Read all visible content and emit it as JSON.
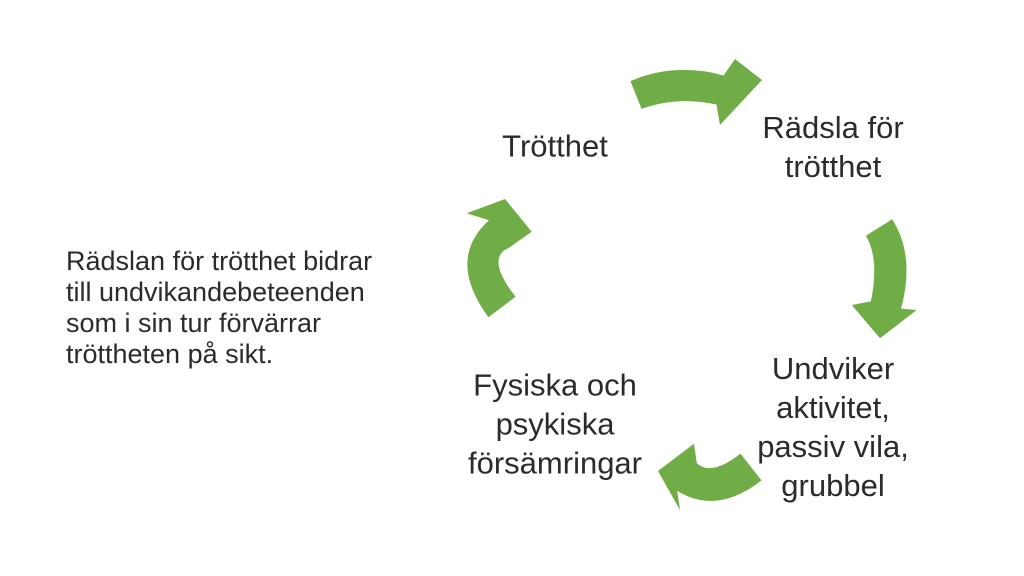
{
  "colors": {
    "arrow": "#70ad47",
    "text": "#2b2b2b",
    "background": "#ffffff"
  },
  "description": {
    "lines": [
      "Rädslan för trötthet bidrar",
      "till undvikandebeteenden",
      "som i sin tur förvärrar",
      "tröttheten på sikt."
    ]
  },
  "cycle": {
    "nodes": [
      {
        "id": "trotthet",
        "lines": [
          "Trötthet"
        ]
      },
      {
        "id": "radsla-for-trotthet",
        "lines": [
          "Rädsla för",
          "trötthet"
        ]
      },
      {
        "id": "undviker-aktivitet",
        "lines": [
          "Undviker",
          "aktivitet,",
          "passiv vila,",
          "grubbel"
        ]
      },
      {
        "id": "fysiska-psykiska",
        "lines": [
          "Fysiska och",
          "psykiska",
          "försämringar"
        ]
      }
    ],
    "arrows": [
      {
        "from": "Trötthet",
        "to": "Rädsla för trötthet"
      },
      {
        "from": "Rädsla för trötthet",
        "to": "Undviker aktivitet, passiv vila, grubbel"
      },
      {
        "from": "Undviker aktivitet, passiv vila, grubbel",
        "to": "Fysiska och psykiska försämringar"
      },
      {
        "from": "Fysiska och psykiska försämringar",
        "to": "Trötthet"
      }
    ]
  }
}
